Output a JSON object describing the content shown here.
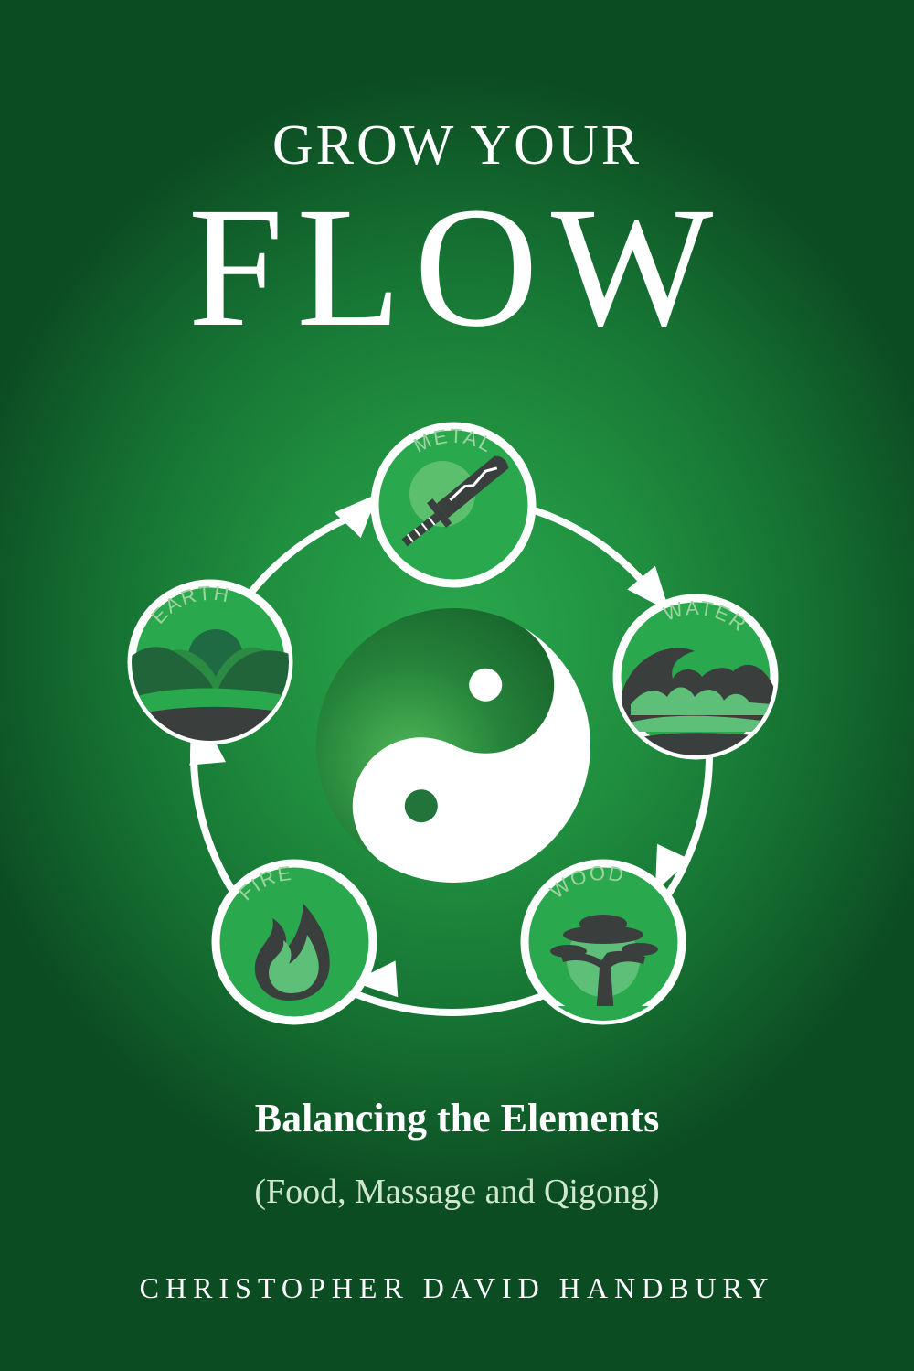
{
  "title_line1": "GROW YOUR",
  "title_line2": "FLOW",
  "subtitle": "Balancing the Elements",
  "subtitle_paren": "(Food, Massage and Qigong)",
  "author": "CHRISTOPHER DAVID HANDBURY",
  "elements": [
    {
      "name": "METAL",
      "icon": "sword-icon"
    },
    {
      "name": "WATER",
      "icon": "wave-icon"
    },
    {
      "name": "WOOD",
      "icon": "tree-icon"
    },
    {
      "name": "FIRE",
      "icon": "flame-icon"
    },
    {
      "name": "EARTH",
      "icon": "hills-icon"
    }
  ],
  "center_icon": "yin-yang-icon",
  "colors": {
    "background": "#1f8d3e",
    "ring": "#ffffff",
    "element_fill": "#2aa84e",
    "icon_dark": "#343c3a",
    "icon_light": "#5ec078"
  }
}
